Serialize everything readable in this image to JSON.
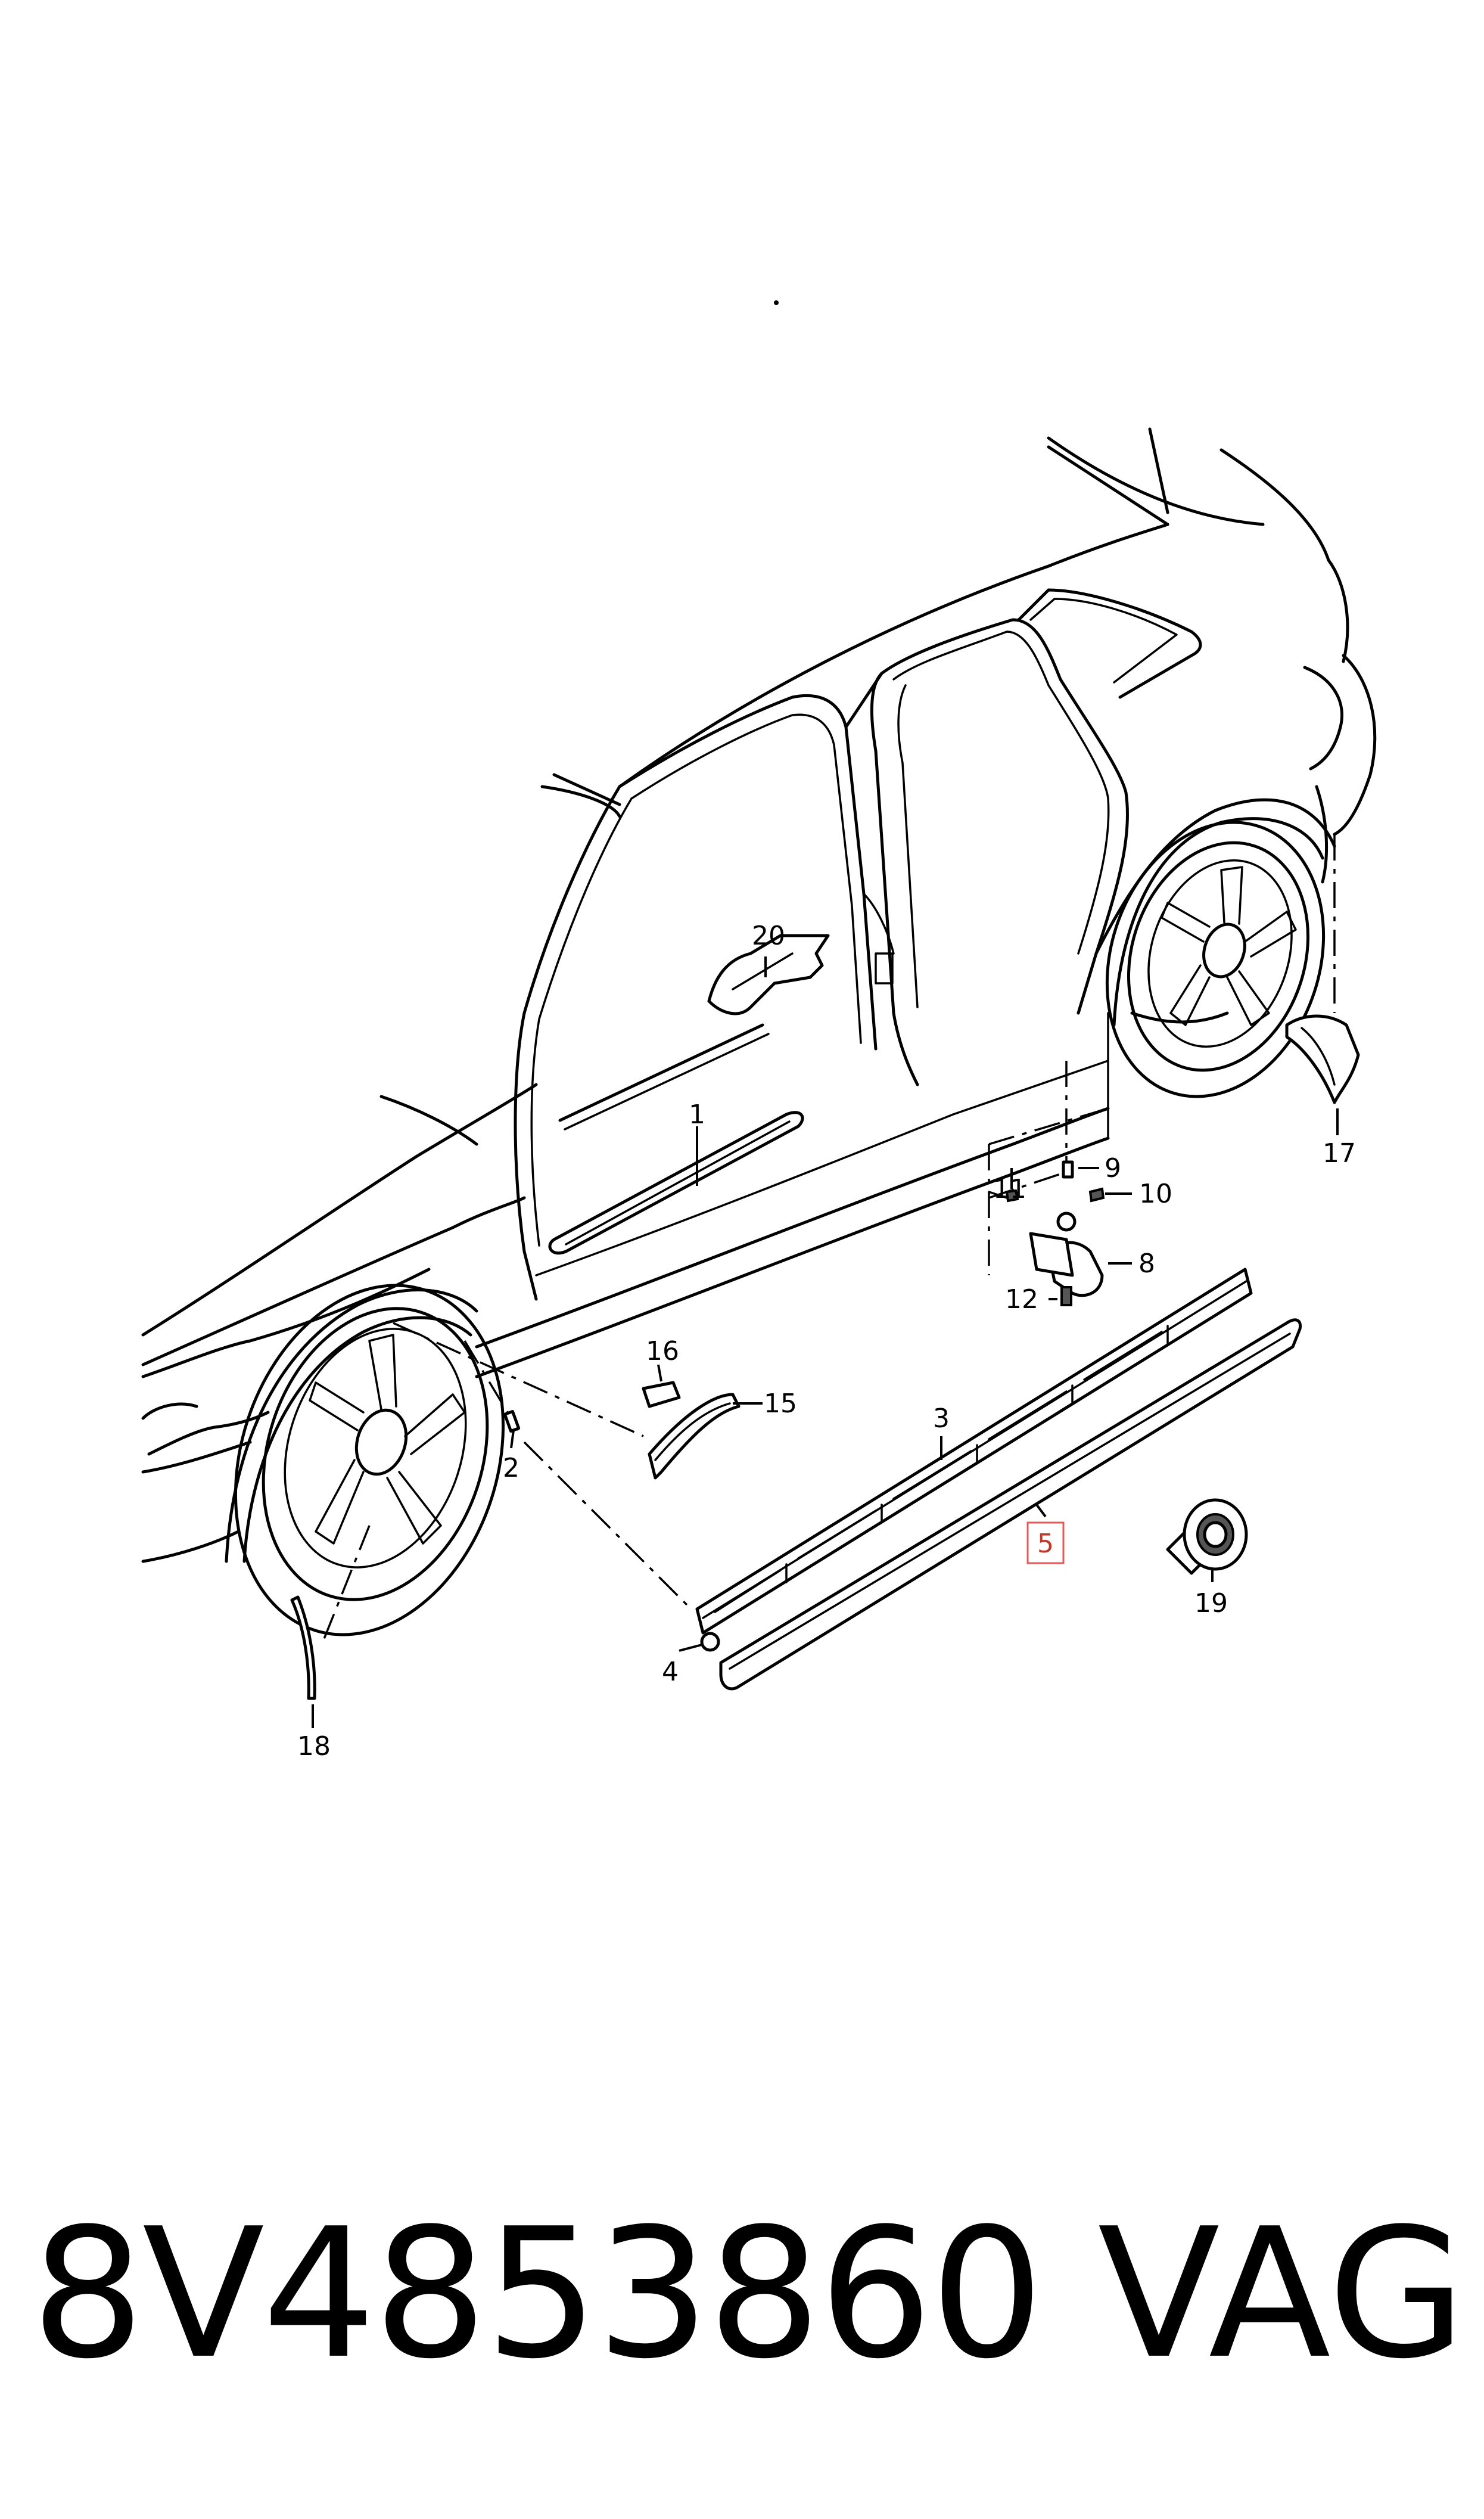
{
  "diagram": {
    "callouts": {
      "c1": "1",
      "c2": "2",
      "c3": "3",
      "c4": "4",
      "c5": "5",
      "c8": "8",
      "c9": "9",
      "c10": "10",
      "c11": "11",
      "c12": "12",
      "c15": "15",
      "c16": "16",
      "c17": "17",
      "c18": "18",
      "c19": "19",
      "c20": "20"
    },
    "highlighted_callout": "5",
    "highlight_color": "#e05a5a"
  },
  "footer": {
    "part_number": "8V4853860",
    "brand": "VAG"
  }
}
